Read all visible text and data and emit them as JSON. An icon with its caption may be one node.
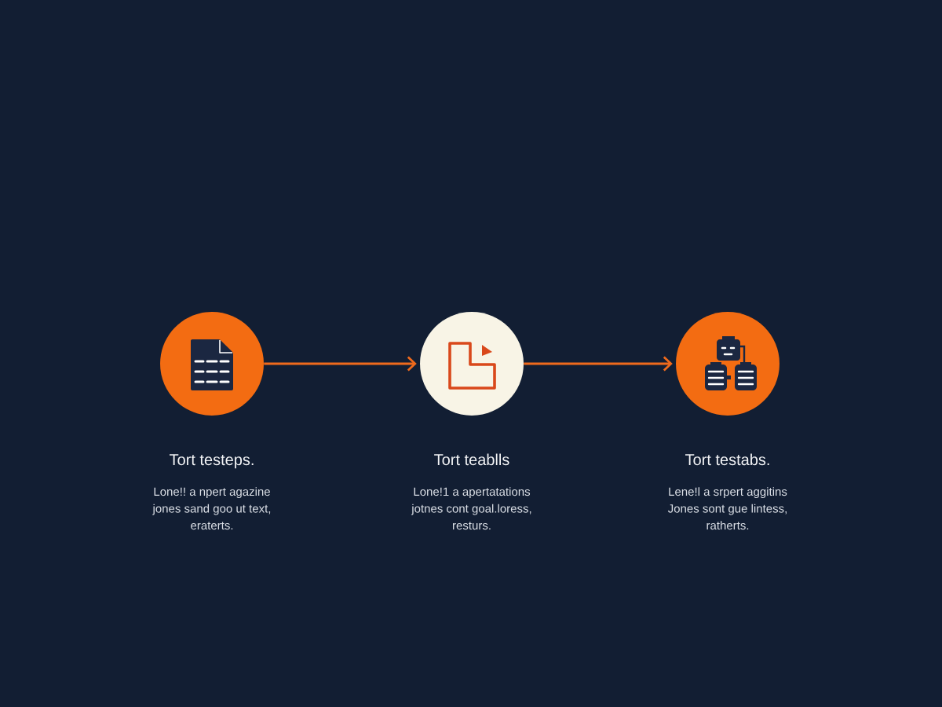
{
  "diagram": {
    "nodes": [
      {
        "text": [],
        "shape": "circle",
        "beside": [
          "Tort testeps.",
          "Lone!! a npert agazine jones sand goo ut text, eraterts."
        ]
      },
      {
        "text": [],
        "shape": "circle",
        "beside": [
          "Tort teablls",
          "Lone!1 a apertatations jotnes cont goal.loress, resturs."
        ]
      },
      {
        "text": [],
        "shape": "circle",
        "beside": [
          "Tort testabs.",
          "Lene!l a srpert aggitins Jones sont gue lintess, ratherts."
        ]
      }
    ],
    "edges": [
      {
        "from": 0,
        "to": 1,
        "arrow": "to"
      },
      {
        "from": 1,
        "to": 2,
        "arrow": "to"
      }
    ]
  }
}
